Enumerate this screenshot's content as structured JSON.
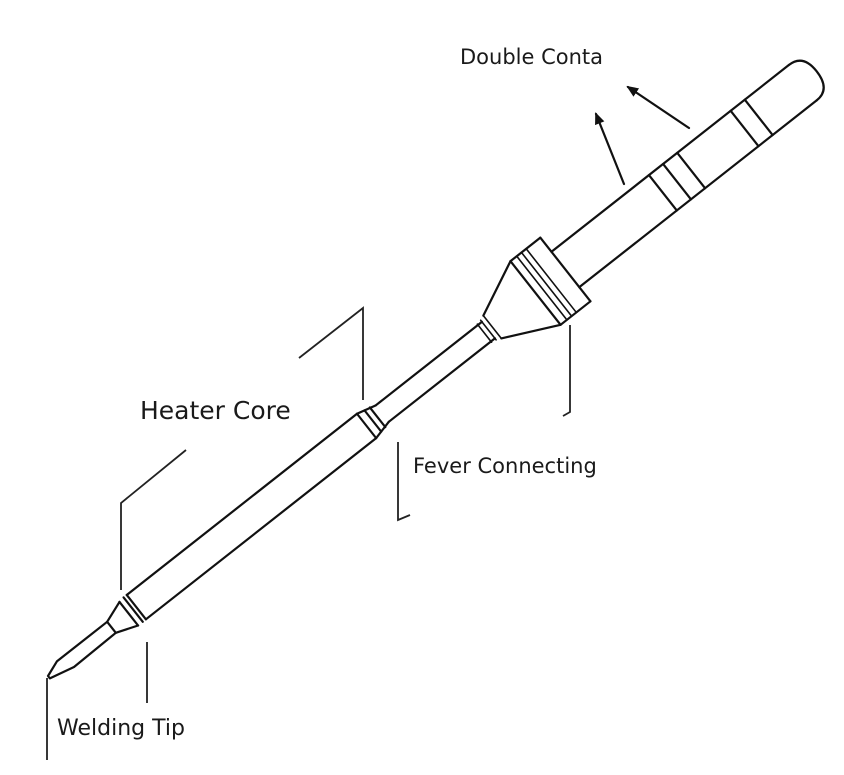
{
  "labels": {
    "double_contact": "Double Conta",
    "heater_core": "Heater Core",
    "fever_connecting": "Fever Connecting",
    "welding_tip": "Welding Tip"
  },
  "colors": {
    "line": "#111111",
    "text": "#1a1a1a",
    "background": "#ffffff"
  }
}
